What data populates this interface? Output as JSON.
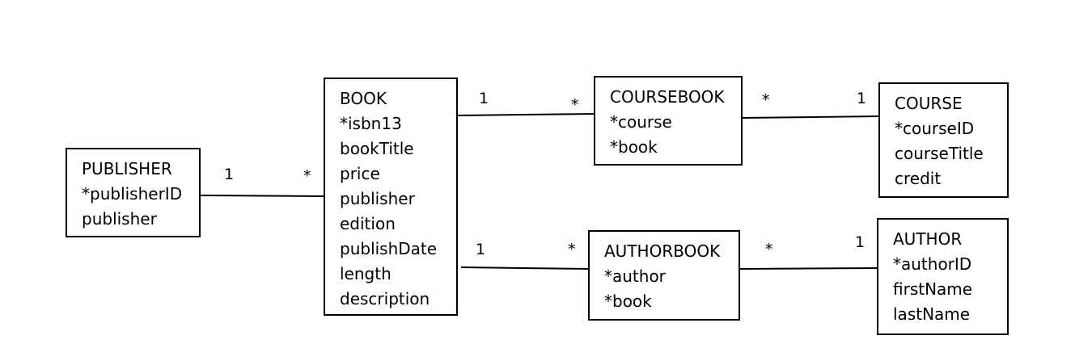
{
  "entities": {
    "publisher": {
      "title": "PUBLISHER",
      "attributes": [
        "*publisherID",
        "publisher"
      ]
    },
    "book": {
      "title": "BOOK",
      "attributes": [
        "*isbn13",
        "bookTitle",
        "price",
        "publisher",
        "edition",
        "publishDate",
        "length",
        "description"
      ]
    },
    "coursebook": {
      "title": "COURSEBOOK",
      "attributes": [
        "*course",
        "*book"
      ]
    },
    "course": {
      "title": "COURSE",
      "attributes": [
        "*courseID",
        "courseTitle",
        "credit"
      ]
    },
    "authorbook": {
      "title": "AUTHORBOOK",
      "attributes": [
        "*author",
        "*book"
      ]
    },
    "author": {
      "title": "AUTHOR",
      "attributes": [
        "*authorID",
        "firstName",
        "lastName"
      ]
    }
  },
  "relationships": {
    "publisher_book": {
      "from": "publisher",
      "to": "book",
      "from_mult": "1",
      "to_mult": "*"
    },
    "book_coursebook": {
      "from": "book",
      "to": "coursebook",
      "from_mult": "1",
      "to_mult": "*"
    },
    "coursebook_course": {
      "from": "coursebook",
      "to": "course",
      "from_mult": "*",
      "to_mult": "1"
    },
    "book_authorbook": {
      "from": "book",
      "to": "authorbook",
      "from_mult": "1",
      "to_mult": "*"
    },
    "authorbook_author": {
      "from": "authorbook",
      "to": "author",
      "from_mult": "*",
      "to_mult": "1"
    }
  }
}
